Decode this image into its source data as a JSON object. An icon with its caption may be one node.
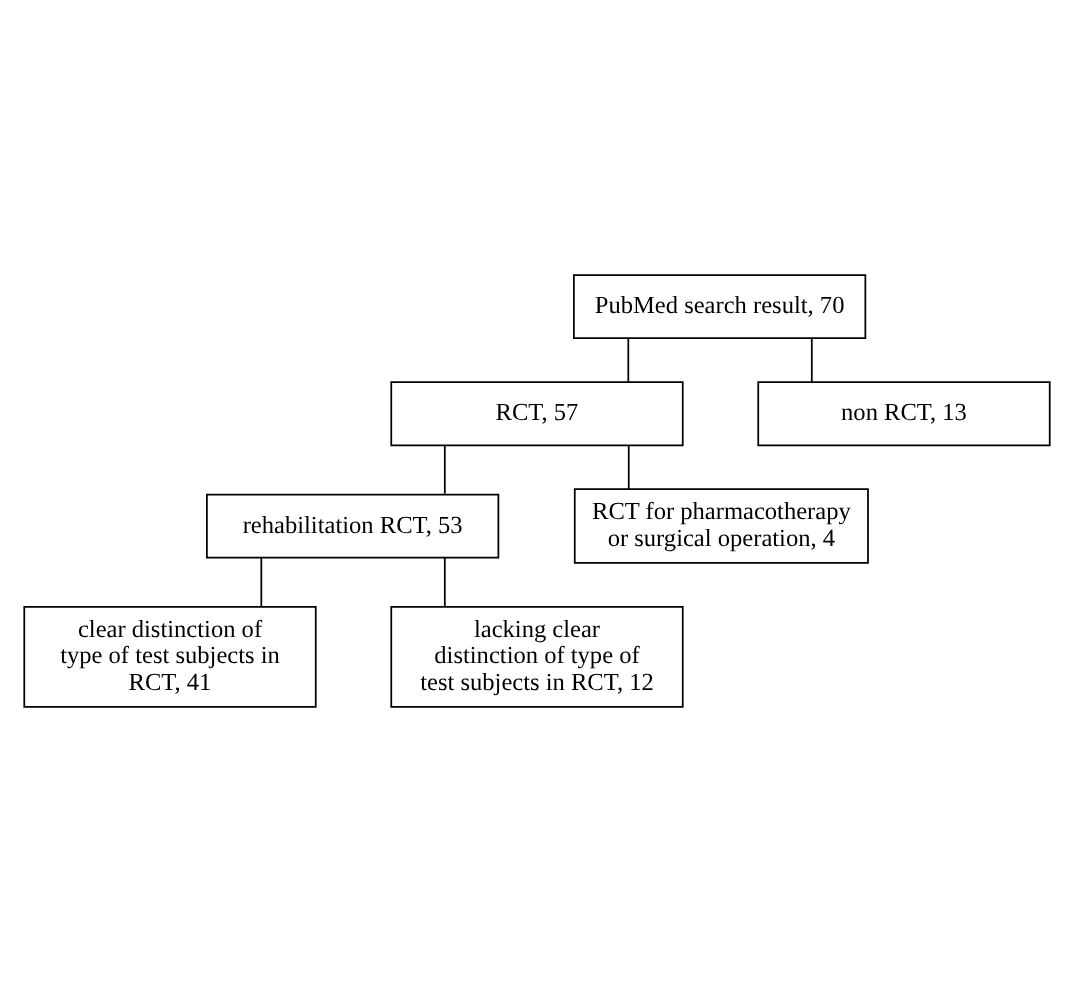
{
  "diagram": {
    "nodes": [
      {
        "text": [
          "PubMed search result, 70"
        ]
      },
      {
        "text": [
          "RCT, 57"
        ]
      },
      {
        "text": [
          "rehabilitation RCT, 53"
        ]
      },
      {
        "text": [
          "clear distinction of type of test subjects in RCT, 41"
        ]
      },
      {
        "text": [
          "non RCT, 13"
        ]
      },
      {
        "text": [
          "RCT for pharmacotherapy or surgical operation, 4"
        ]
      },
      {
        "text": [
          "lacking clear distinction of type of test subjects in RCT, 12"
        ]
      }
    ],
    "edges": [
      {
        "from": 0,
        "to": 1,
        "arrow": "none"
      },
      {
        "from": 0,
        "to": 4,
        "arrow": "none"
      },
      {
        "from": 1,
        "to": 2,
        "arrow": "none"
      },
      {
        "from": 1,
        "to": 5,
        "arrow": "none"
      },
      {
        "from": 2,
        "to": 3,
        "arrow": "none"
      },
      {
        "from": 2,
        "to": 6,
        "arrow": "none"
      }
    ]
  }
}
